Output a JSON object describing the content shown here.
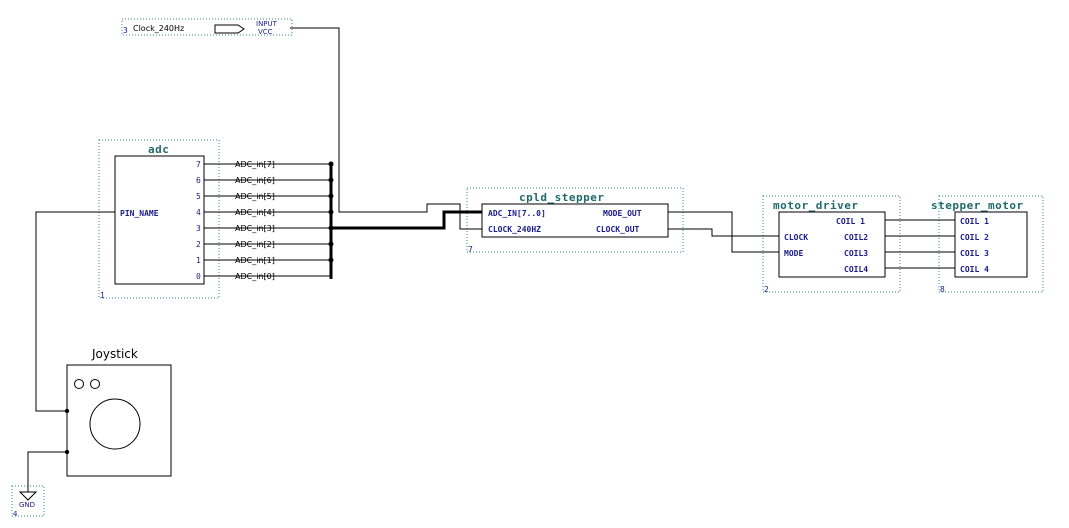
{
  "input": {
    "name": "Clock_240Hz",
    "type": "INPUT",
    "default": "VCC",
    "index": "3"
  },
  "adc": {
    "title": "adc",
    "pin": "PIN_NAME",
    "index": "1",
    "pins": [
      "7",
      "6",
      "5",
      "4",
      "3",
      "2",
      "1",
      "0"
    ],
    "signals": [
      "ADC_in[7]",
      "ADC_in[6]",
      "ADC_in[5]",
      "ADC_in[4]",
      "ADC_in[3]",
      "ADC_in[2]",
      "ADC_in[1]",
      "ADC_in[0]"
    ]
  },
  "cpld": {
    "title": "cpld_stepper",
    "index": "7",
    "in_pins": [
      "ADC_IN[7..0]",
      "CLOCK_240HZ"
    ],
    "out_pins": [
      "MODE_OUT",
      "CLOCK_OUT"
    ]
  },
  "driver": {
    "title": "motor_driver",
    "index": "2",
    "in_pins": [
      "CLOCK",
      "MODE"
    ],
    "out_pins": [
      "COIL 1",
      "COIL2",
      "COIL3",
      "COIL4"
    ]
  },
  "motor": {
    "title": "stepper_motor",
    "index": "8",
    "pins": [
      "COIL 1",
      "COIL 2",
      "COIL 3",
      "COIL 4"
    ]
  },
  "joystick": {
    "label": "Joystick"
  },
  "gnd": {
    "label": "GND",
    "index": "4"
  }
}
